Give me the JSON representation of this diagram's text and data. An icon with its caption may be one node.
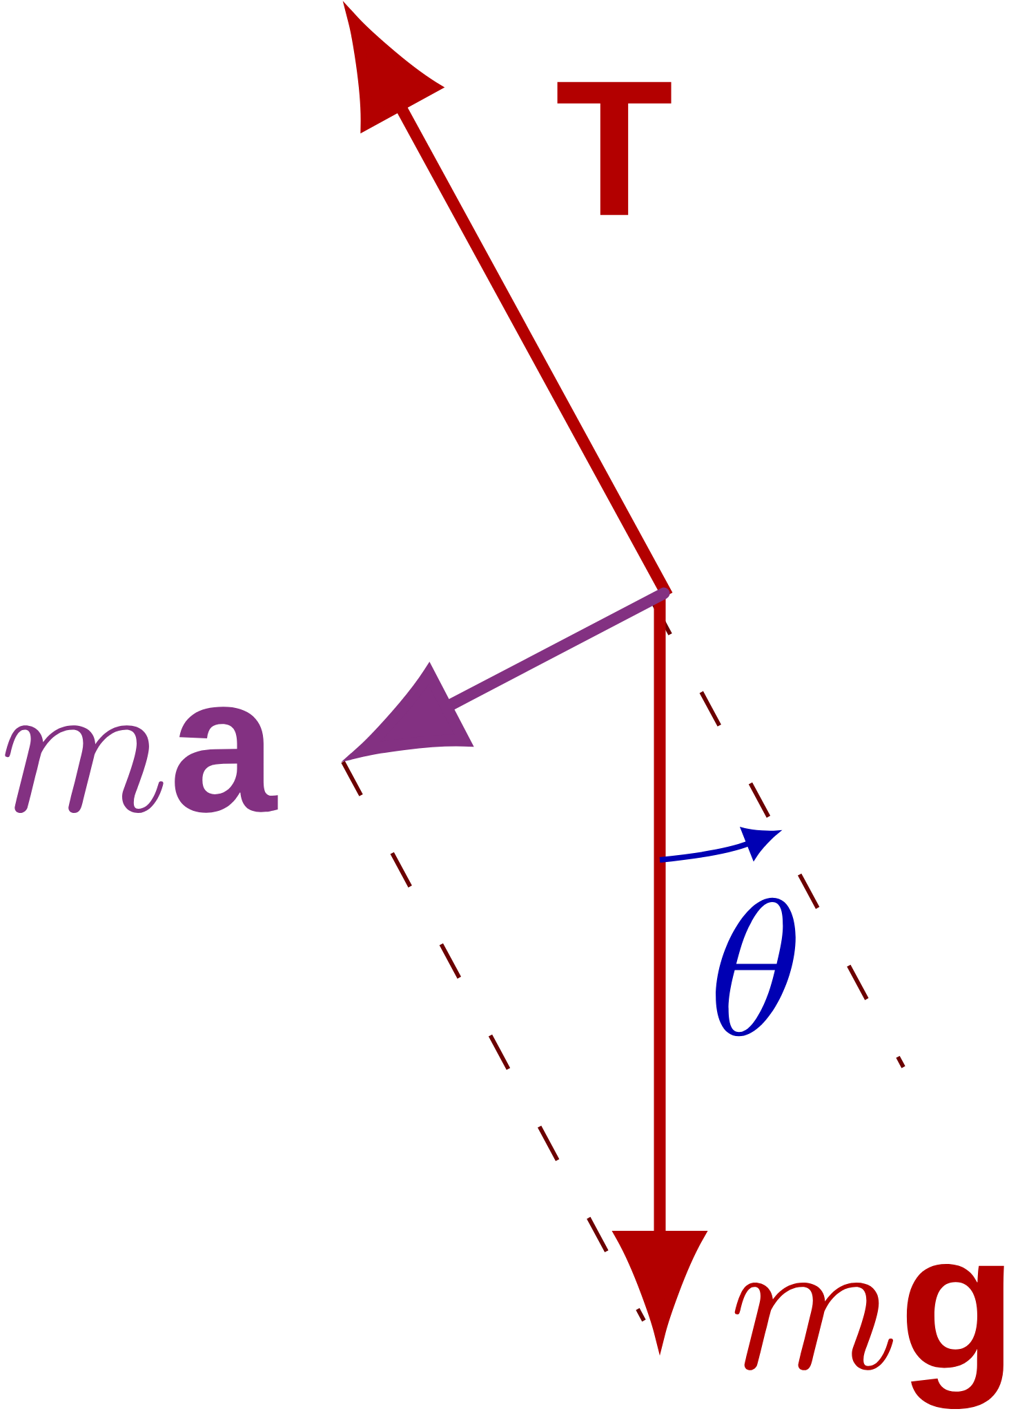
{
  "diagram": {
    "labels": [
      "\\mathbf{T}",
      "m\\mathbf{a}",
      "\\theta",
      "m\\mathbf{g}"
    ]
  }
}
